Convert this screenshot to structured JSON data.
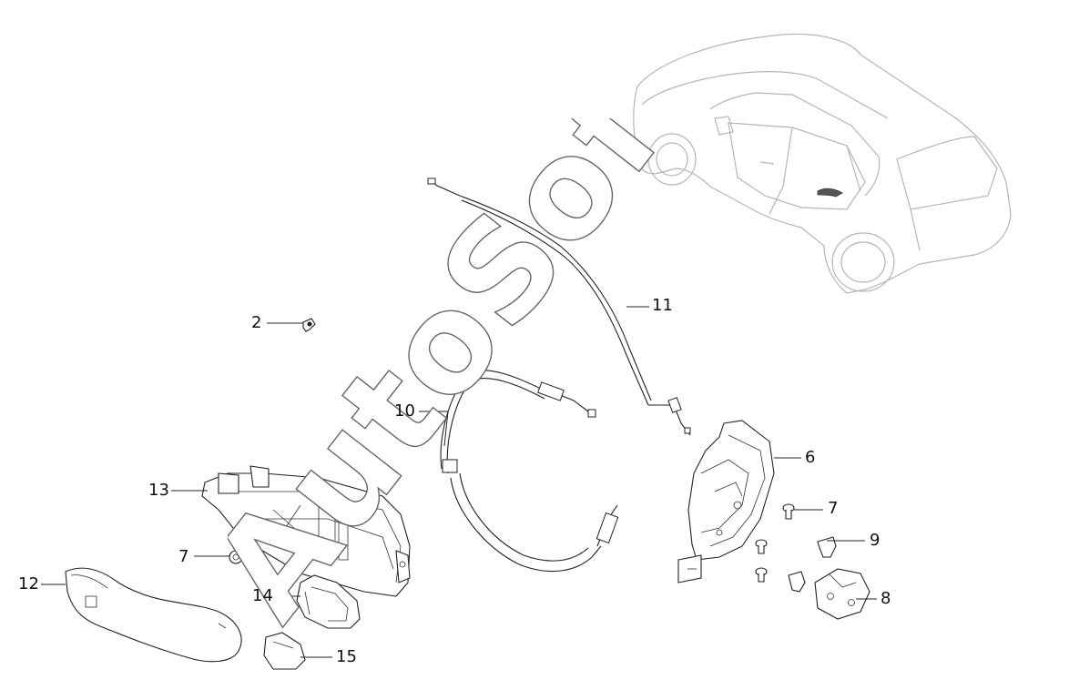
{
  "watermark": "AutoSoft",
  "callouts": [
    {
      "label": "2"
    },
    {
      "label": "11"
    },
    {
      "label": "10"
    },
    {
      "label": "6"
    },
    {
      "label": "13"
    },
    {
      "label": "7"
    },
    {
      "label": "7"
    },
    {
      "label": "9"
    },
    {
      "label": "12"
    },
    {
      "label": "14"
    },
    {
      "label": "8"
    },
    {
      "label": "15"
    }
  ],
  "colors": {
    "line": "#222222",
    "car_outline": "#b5b5b5",
    "background": "#ffffff"
  }
}
